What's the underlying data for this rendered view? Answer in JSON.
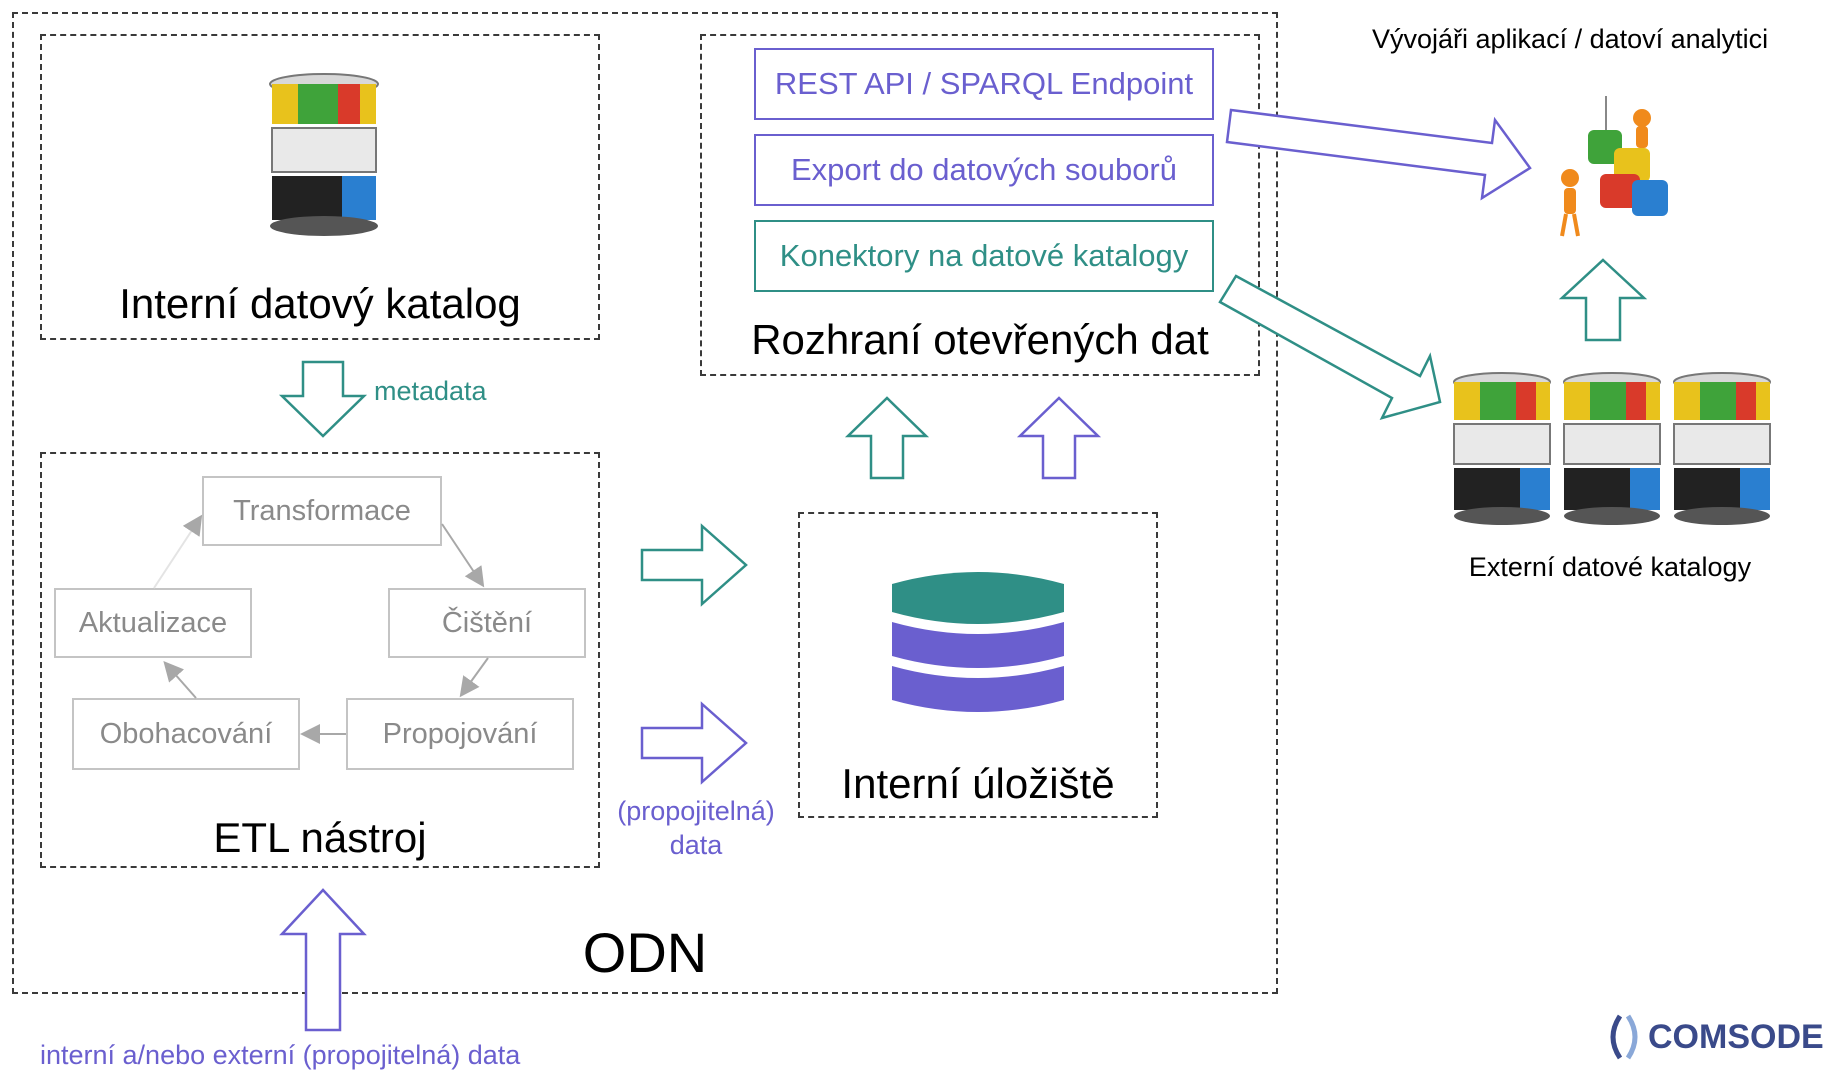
{
  "odn": {
    "label": "ODN"
  },
  "internal_catalog": {
    "label": "Interní datový katalog"
  },
  "metadata_label": "metadata",
  "etl": {
    "label": "ETL nástroj",
    "steps": {
      "transform": "Transformace",
      "clean": "Čištění",
      "link": "Propojování",
      "enrich": "Obohacování",
      "update": "Aktualizace"
    }
  },
  "storage": {
    "label": "Interní úložiště"
  },
  "linkable_data_label": {
    "line1": "(propojitelná)",
    "line2": "data"
  },
  "open_data_interface": {
    "label": "Rozhraní otevřených dat",
    "items": [
      "REST API / SPARQL Endpoint",
      "Export do datových souborů",
      "Konektory na datové katalogy"
    ]
  },
  "consumers": {
    "label": "Vývojáři aplikací / datoví analytici"
  },
  "external_catalogs": {
    "label": "Externí datové katalogy"
  },
  "input_label": "interní a/nebo externí (propojitelná) data",
  "logo": {
    "text": "COMSODE"
  },
  "colors": {
    "teal": "#2f8f86",
    "purple": "#6a5fcf",
    "grey_box": "#c4c4c4",
    "grey_text": "#8a8a8a"
  }
}
